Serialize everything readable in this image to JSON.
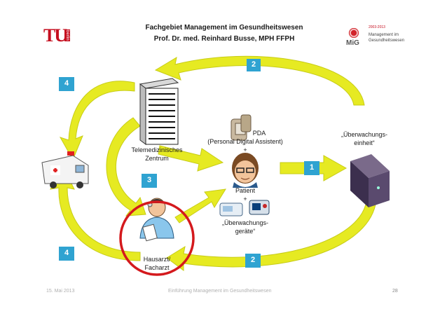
{
  "header": {
    "line1": "Fachgebiet Management im Gesundheitswesen",
    "line2": "Prof. Dr. med. Reinhard Busse, MPH FFPH"
  },
  "logo_left": {
    "text": "TU",
    "sub": "berlin"
  },
  "logo_right": {
    "years": "2003-2013",
    "abbr": "MiG",
    "line1": "Management im",
    "line2": "Gesundheitswesen"
  },
  "labels": {
    "telemed": [
      "Telemedizinisches",
      "Zentrum"
    ],
    "pda": [
      "PDA",
      "(Personal Digital Assistent)"
    ],
    "plus1": "+",
    "patient": "Patient",
    "plus2": "+",
    "geraete": [
      "„Überwachungs-",
      "geräte“"
    ],
    "einheit": [
      "„Überwachungs-",
      "einheit“"
    ],
    "hausarzt": [
      "Hausarzt/",
      "Facharzt"
    ]
  },
  "badges": {
    "b1": "1",
    "b2_top": "2",
    "b2_bottom": "2",
    "b3": "3",
    "b4_top": "4",
    "b4_bottom": "4"
  },
  "footer": {
    "date": "15. Mai 2013",
    "center": "Einführung Management im Gesundheitswesen",
    "page": "28"
  },
  "colors": {
    "arrow_fill": "#e6ea22",
    "arrow_stroke": "#c7cc17",
    "badge": "#2fa3d1",
    "highlight_ring": "#d4191d"
  },
  "icons": [
    "server-icon",
    "pda-icon",
    "patient-icon",
    "monitoring-device-icon",
    "ambulance-icon",
    "doctor-icon",
    "monitoring-unit-icon"
  ]
}
